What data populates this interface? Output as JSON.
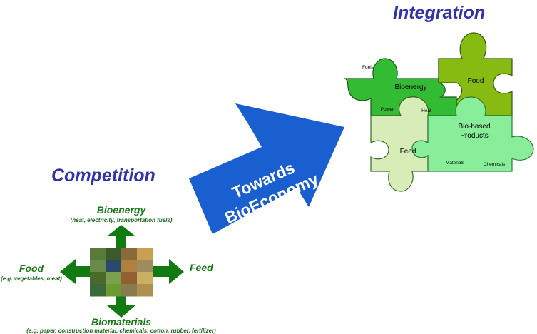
{
  "headings": {
    "integration": "Integration",
    "competition": "Competition"
  },
  "arrow": {
    "line1": "Towards",
    "line2": "BioEconomy",
    "color": "#1a5fd0"
  },
  "puzzle": {
    "bioenergy": {
      "title": "Bioenergy",
      "top_left": "Fuels",
      "bottom_left": "Power",
      "bottom_right": "Heat",
      "color": "#33bb33"
    },
    "food": {
      "title": "Food",
      "color": "#88bb11"
    },
    "feed": {
      "title": "Feed",
      "color": "#d8ecb8"
    },
    "biobased": {
      "title_line1": "Bio-based",
      "title_line2": "Products",
      "bottom_left": "Materials",
      "bottom_right": "Chemicals",
      "color": "#88ee99"
    }
  },
  "competition": {
    "top_label": "Bioenergy",
    "top_sub": "(heat, electricity, transportation fuels)",
    "left_label": "Food",
    "left_sub": "(e.g. vegetables, meat)",
    "right_label": "Feed",
    "bottom_label": "Biomaterials",
    "bottom_sub": "(e.g. paper, construction material, chemicals, cotton, rubber, fertilizer)",
    "arrow_color": "#117a11",
    "photo_tiles": [
      "#5a7a3a",
      "#3a5a2a",
      "#8a6a3a",
      "#c8a050",
      "#6a8a4a",
      "#2a4a6a",
      "#b08040",
      "#a08a60",
      "#4a6a2a",
      "#7aa050",
      "#906030",
      "#c8b060",
      "#3a6a3a",
      "#6a9a30",
      "#8a7a50",
      "#b09050"
    ]
  }
}
